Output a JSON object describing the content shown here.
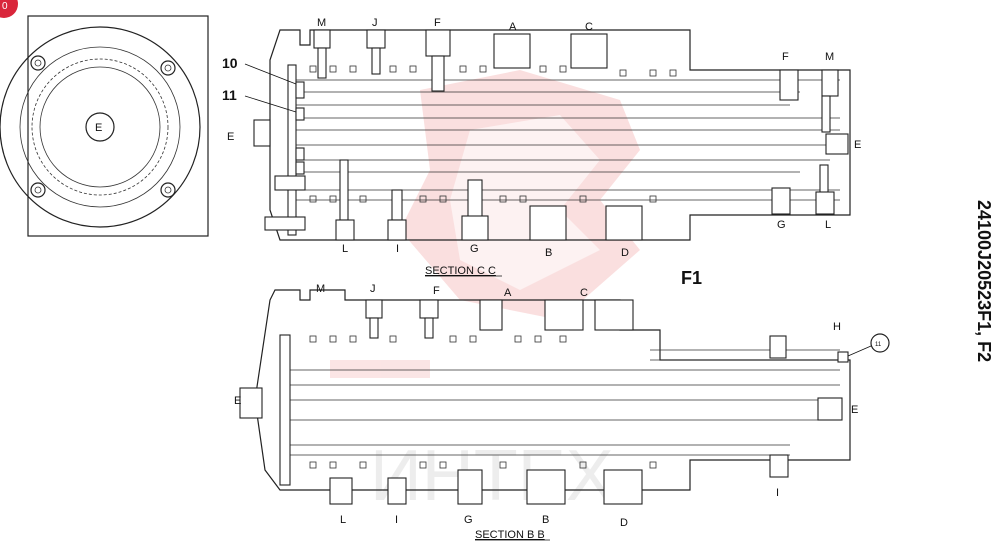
{
  "part_number": "24100J20523F1, F2",
  "view_label": "F1",
  "callouts": {
    "ten": "10",
    "eleven": "11"
  },
  "end_label": "E",
  "upper": {
    "section_title": "SECTION C C",
    "top_ports": [
      "M",
      "J",
      "F",
      "A",
      "C"
    ],
    "top_right_ports": [
      "F",
      "M"
    ],
    "bottom_ports": [
      "L",
      "I",
      "G",
      "B",
      "D"
    ],
    "bottom_right_ports": [
      "G",
      "L"
    ],
    "end_labels": [
      "E",
      "E"
    ]
  },
  "lower": {
    "section_title": "SECTION B B",
    "top_ports": [
      "M",
      "J",
      "F",
      "A",
      "C"
    ],
    "right_port": "H",
    "bottom_ports": [
      "L",
      "I",
      "G",
      "B",
      "D"
    ],
    "bottom_right_port": "I",
    "end_labels": [
      "E",
      "E"
    ],
    "detail_bubble": "11"
  },
  "watermark": {
    "text": "ИНТЕХ",
    "color": "#f2a7a7"
  },
  "badge": {
    "text": "0",
    "color": "#d9263b"
  }
}
